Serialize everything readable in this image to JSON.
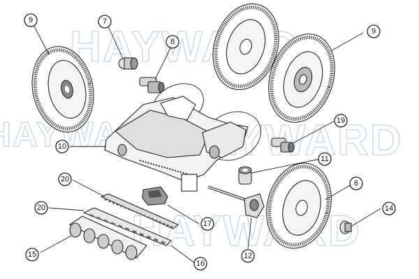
{
  "watermark": {
    "text": "HAYWARD",
    "color": "#c9dbe9"
  },
  "callouts": [
    {
      "id": "c-9-left",
      "label": "9"
    },
    {
      "id": "c-7",
      "label": "7"
    },
    {
      "id": "c-8",
      "label": "8"
    },
    {
      "id": "c-9-right",
      "label": "9"
    },
    {
      "id": "c-10",
      "label": "10"
    },
    {
      "id": "c-19",
      "label": "19"
    },
    {
      "id": "c-11",
      "label": "11"
    },
    {
      "id": "c-6",
      "label": "6"
    },
    {
      "id": "c-20-top",
      "label": "20"
    },
    {
      "id": "c-20-bottom",
      "label": "20"
    },
    {
      "id": "c-17",
      "label": "17"
    },
    {
      "id": "c-14",
      "label": "14"
    },
    {
      "id": "c-15",
      "label": "15"
    },
    {
      "id": "c-12",
      "label": "12"
    },
    {
      "id": "c-16",
      "label": "16"
    }
  ]
}
